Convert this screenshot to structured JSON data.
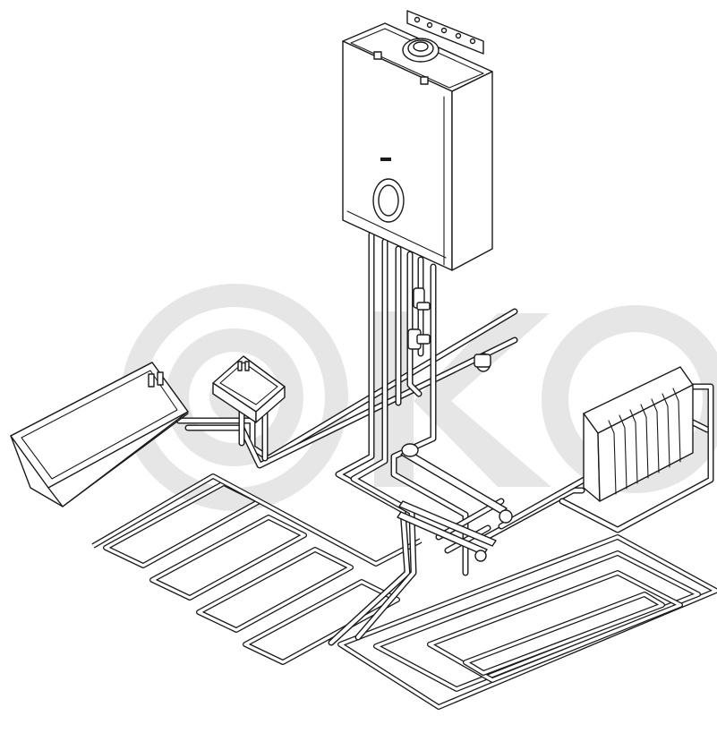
{
  "watermark": {
    "text": "OKO",
    "color": "#e6e6e6"
  },
  "colors": {
    "line": "#1a1a1a",
    "background": "#ffffff"
  },
  "components": [
    {
      "id": "boiler",
      "icon": "wall-mounted-boiler"
    },
    {
      "id": "bathtub",
      "icon": "bathtub"
    },
    {
      "id": "washbasin",
      "icon": "washbasin"
    },
    {
      "id": "radiator",
      "icon": "radiator"
    },
    {
      "id": "floor-heating-left",
      "icon": "floor-heating-loop"
    },
    {
      "id": "floor-heating-right",
      "icon": "floor-heating-loop"
    }
  ]
}
